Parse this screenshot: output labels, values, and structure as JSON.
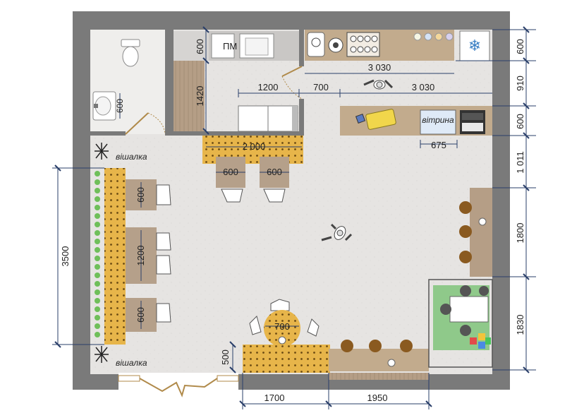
{
  "labels": {
    "pm": "ПМ",
    "vitryna": "вітрина",
    "vishalka_top": "вішалка",
    "vishalka_bottom": "вішалка"
  },
  "dims": {
    "kitchen_h1": "600",
    "kitchen_h2": "1420",
    "aisle_w": "1200",
    "door_w": "700",
    "counter_top": "3 030",
    "counter_mid": "3 030",
    "wc_sink": "600",
    "bar_len": "2 000",
    "stool1": "600",
    "stool2": "600",
    "vitryna_w": "675",
    "left_run": "3500",
    "tbl_a": "600",
    "tbl_b": "1200",
    "tbl_c": "600",
    "round_tbl": "700",
    "bench_depth": "500",
    "bottom_left": "1700",
    "bottom_right": "1950",
    "right_600a": "600",
    "right_910": "910",
    "right_600b": "600",
    "right_1011": "1 011",
    "right_1800": "1800",
    "right_1830": "1830"
  },
  "colors": {
    "wall": "#7a7a7a",
    "floor": "#e6e4e2",
    "counter": "#c2ab8d",
    "wood": "#e7b54a",
    "kid_zone": "#8fc98a",
    "dimension": "#2a3f6a"
  },
  "icons": [
    "toilet-icon",
    "sink-icon",
    "snowflake-icon",
    "person-icon",
    "hanger-icon",
    "plant-icon"
  ]
}
